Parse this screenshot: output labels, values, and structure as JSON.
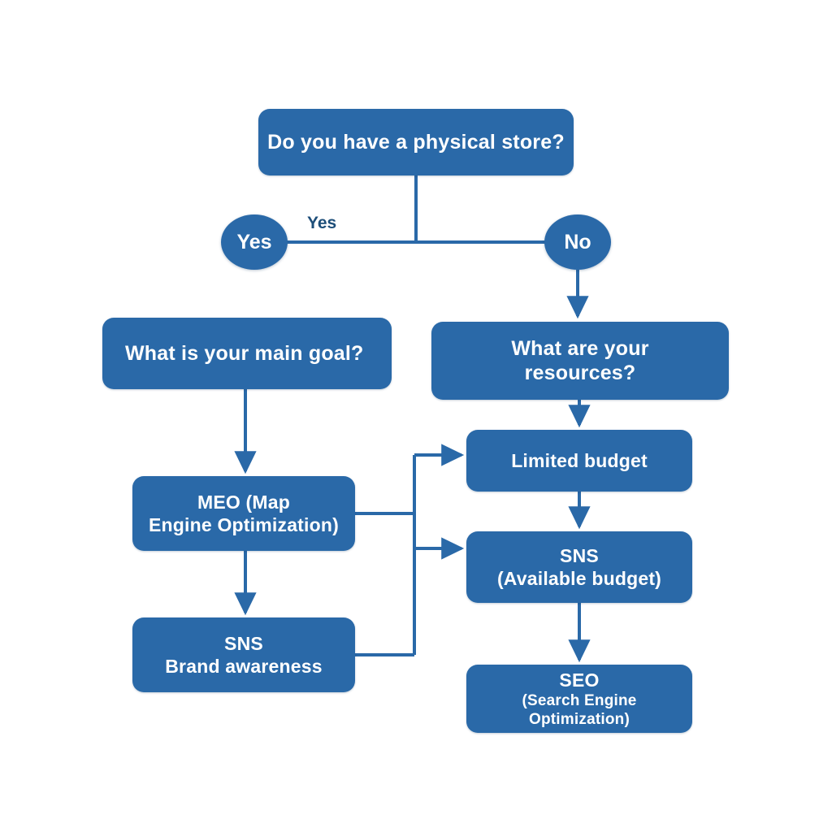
{
  "diagram": {
    "title": "Marketing channel decision flowchart",
    "colors": {
      "node_fill": "#2a69a8",
      "node_text": "#ffffff",
      "edge_line": "#2a69a8",
      "edge_label_text": "#1d4e79",
      "background": "#ffffff"
    },
    "nodes": [
      {
        "id": "q-store",
        "shape": "rounded-rect",
        "lines": [
          "Do you have a physical store?"
        ]
      },
      {
        "id": "yes-circle",
        "shape": "circle",
        "lines": [
          "Yes"
        ]
      },
      {
        "id": "no-circle",
        "shape": "circle",
        "lines": [
          "No"
        ]
      },
      {
        "id": "q-goal",
        "shape": "rounded-rect",
        "lines": [
          "What is your main goal?"
        ]
      },
      {
        "id": "q-resources",
        "shape": "rounded-rect",
        "lines": [
          "What are your",
          "resources?"
        ]
      },
      {
        "id": "meo",
        "shape": "rounded-rect",
        "lines": [
          "MEO (Map",
          "Engine Optimization)"
        ]
      },
      {
        "id": "sns-brand",
        "shape": "rounded-rect",
        "lines": [
          "SNS",
          "Brand awareness"
        ]
      },
      {
        "id": "limited-budget",
        "shape": "rounded-rect",
        "lines": [
          "Limited budget"
        ]
      },
      {
        "id": "sns-available",
        "shape": "rounded-rect",
        "lines": [
          "SNS",
          "(Available budget)"
        ]
      },
      {
        "id": "seo",
        "shape": "rounded-rect",
        "lines": [
          "SEO",
          "(Search Engine Optimization)"
        ]
      }
    ],
    "edge_labels": [
      {
        "id": "yes-branch-label",
        "text": "Yes"
      }
    ],
    "edges": [
      {
        "from": "q-store",
        "to": "yes-circle",
        "arrow": false
      },
      {
        "from": "q-store",
        "to": "no-circle",
        "arrow": false
      },
      {
        "from": "no-circle",
        "to": "q-resources",
        "arrow": true
      },
      {
        "from": "q-goal",
        "to": "meo",
        "arrow": true
      },
      {
        "from": "meo",
        "to": "sns-brand",
        "arrow": true
      },
      {
        "from": "q-resources",
        "to": "limited-budget",
        "arrow": true
      },
      {
        "from": "limited-budget",
        "to": "sns-available",
        "arrow": true
      },
      {
        "from": "sns-available",
        "to": "seo",
        "arrow": true
      },
      {
        "from": "meo",
        "to": "limited-budget",
        "arrow": true
      },
      {
        "from": "sns-brand",
        "to": "sns-available",
        "arrow": true
      }
    ]
  }
}
